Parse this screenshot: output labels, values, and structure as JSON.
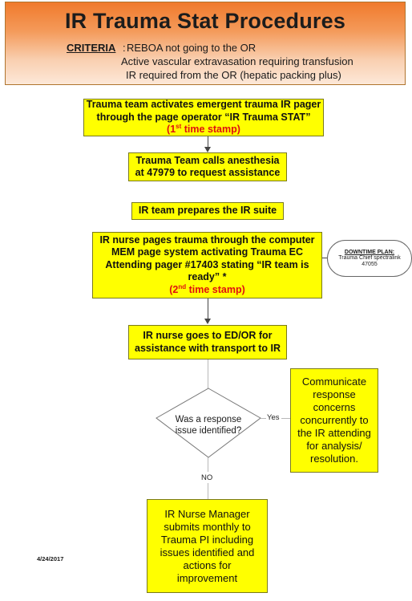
{
  "title": "IR Trauma Stat Procedures",
  "criteria": {
    "label": "CRITERIA",
    "items": [
      "REBOA not going to the OR",
      "Active vascular extravasation requiring transfusion",
      "IR required from the OR (hepatic packing plus)"
    ]
  },
  "steps": {
    "activate": {
      "line1": "Trauma team activates emergent trauma IR pager",
      "line2": "through the page operator “IR Trauma STAT”",
      "stamp_pre": "(1",
      "stamp_sup": "st",
      "stamp_post": " time stamp)"
    },
    "anesthesia": {
      "line1": "Trauma Team calls anesthesia",
      "line2": "at 47979 to request assistance"
    },
    "prepare": {
      "line1": "IR team prepares the IR suite"
    },
    "nurse_page": {
      "line1": "IR nurse  pages trauma through the computer",
      "line2": "MEM page system activating Trauma EC",
      "line3": "Attending pager #17403 stating  “IR team is",
      "line4": "ready” *",
      "stamp_pre": "(2",
      "stamp_sup": "nd",
      "stamp_post": " time stamp)"
    },
    "transport": {
      "line1": "IR nurse goes to ED/OR for",
      "line2": "assistance with transport to IR"
    },
    "decision": {
      "line1": "Was a response",
      "line2": "issue identified?",
      "yes_label": "Yes",
      "no_label": "NO"
    },
    "communicate": {
      "lines": [
        "Communicate",
        "response",
        "concerns",
        "concurrently to",
        "the IR attending",
        "for analysis/",
        "resolution."
      ]
    },
    "manager": {
      "lines": [
        "IR Nurse Manager",
        "submits monthly to",
        "Trauma PI including",
        "issues identified and",
        "actions for",
        "improvement"
      ]
    }
  },
  "downtime": {
    "title": "DOWNTIME PLAN:",
    "line1": "Trauma Chief spectralink",
    "line2": "47055"
  },
  "date": "4/24/2017",
  "colors": {
    "header_top": "#f07a2c",
    "header_bottom": "#fde8d8",
    "box_fill": "#ffff00",
    "stamp": "#e01010"
  }
}
